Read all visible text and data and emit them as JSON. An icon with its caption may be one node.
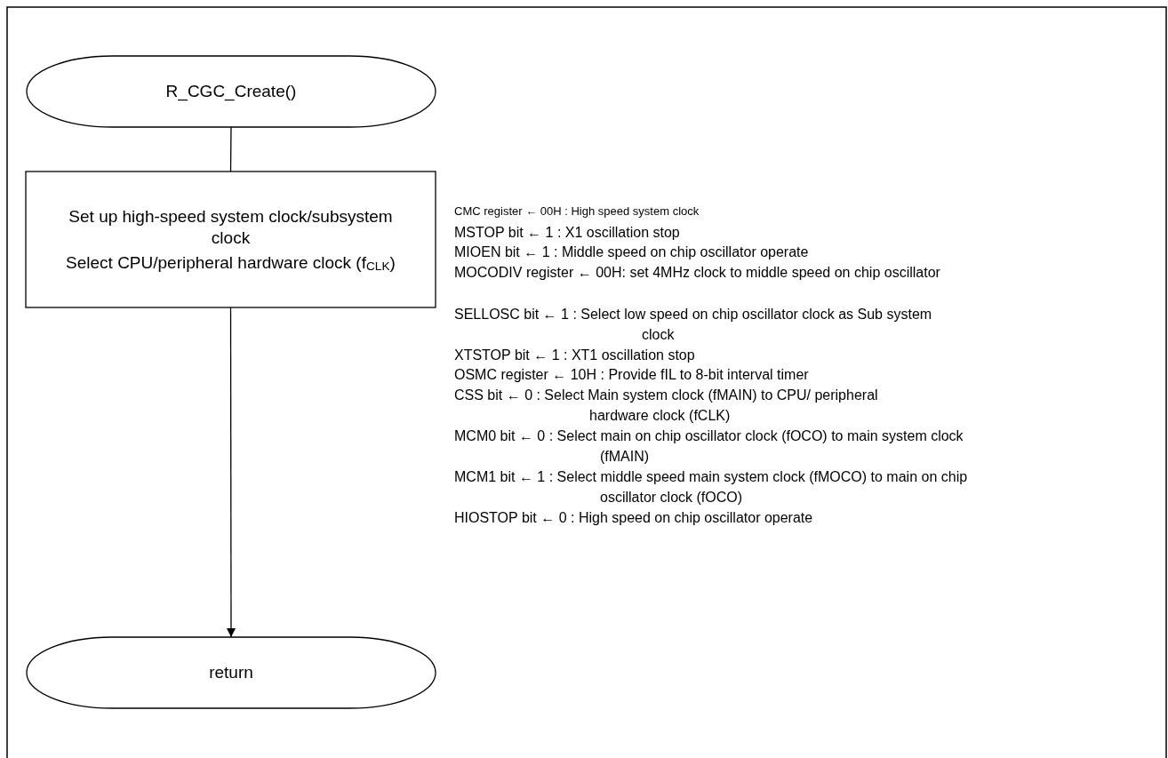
{
  "diagram": {
    "nodes": [
      {
        "text": [
          "R_CGC_Create()"
        ]
      },
      {
        "text": [
          "Set up high-speed system clock/subsystem clock",
          "Select CPU/peripheral hardware clock (f$_{CLK}$)"
        ]
      },
      {
        "text": [
          "return"
        ]
      }
    ],
    "edges": [
      {
        "from": 0,
        "to": 1,
        "arrow": "none"
      },
      {
        "from": 1,
        "to": 2,
        "arrow": "to"
      }
    ],
    "labels": [
      "CMC register ← 00H : High speed system clock",
      "MSTOP bit ← 1 : X1 oscillation stop",
      "MIOEN bit ← 1 : Middle speed on chip oscillator operate",
      "MOCODIV register ← 00H: set 4MHz clock to middle speed on chip oscillator",
      "SELLOSC bit ← 1 : Select low speed on chip oscillator clock as Sub system clock",
      "XTSTOP bit ← 1 : XT1 oscillation stop",
      "OSMC register ← 10H : Provide fIL to 8-bit interval timer",
      "CSS bit ← 0 : Select Main system clock (fMAIN) to CPU/ peripheral hardware clock (fCLK)",
      "MCM0 bit ← 0 : Select main on chip oscillator clock (fOCO) to main system clock (fMAIN)",
      "MCM1 bit ← 1 : Select middle speed main system clock (fMOCO) to main on chip oscillator clock (fOCO)",
      "HIOSTOP bit ← 0 : High speed on chip oscillator operate"
    ]
  }
}
